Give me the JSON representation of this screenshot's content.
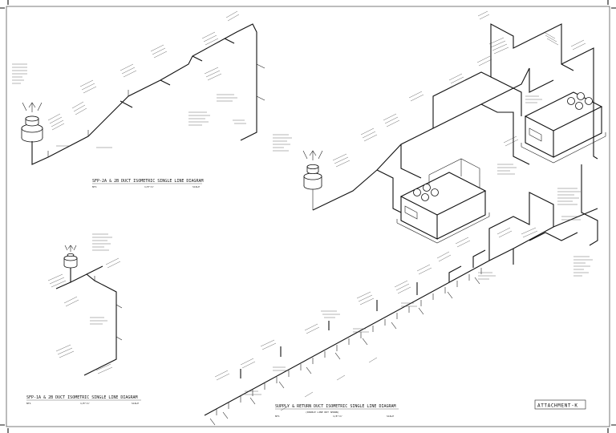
{
  "titles": {
    "top_left": "SFP-2A & 2B DUCT ISOMETRIC SINGLE LINE DIAGRAM",
    "bottom_left": "SFP-1A & 2B DUCT ISOMETRIC SINGLE LINE DIAGRAM",
    "main": "SUPPLY & RETURN DUCT ISOMETRIC SINGLE LINE DIAGRAM",
    "main_sub": "(DOUBLE LINE NOT SHOWN)"
  },
  "scales": {
    "top_left": [
      "NTS",
      "1/8\"=1'",
      "SCALE"
    ],
    "bottom_left": [
      "NTS",
      "1/8\"=1'",
      "SCALE"
    ],
    "main": [
      "NTS",
      "1/8\"=1'",
      "SCALE"
    ]
  },
  "stamp": {
    "label": "ATTACHMENT-K"
  },
  "colors": {
    "ink": "#111111",
    "paper": "#ffffff"
  }
}
